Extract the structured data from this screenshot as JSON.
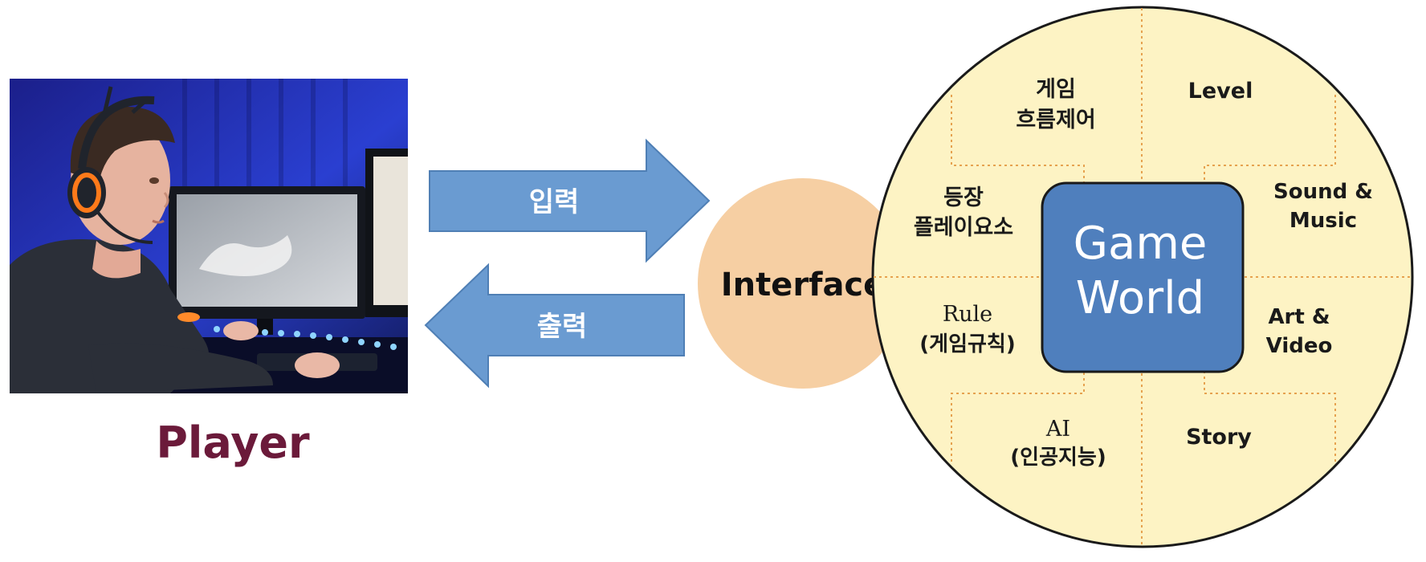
{
  "player": {
    "label": "Player",
    "photo_icon": "gamer-at-computer-photo"
  },
  "arrows": {
    "input_label": "입력",
    "output_label": "출력"
  },
  "interface": {
    "label": "Interface"
  },
  "game_world": {
    "center_label_line1": "Game",
    "center_label_line2": "World",
    "sections": {
      "flow_control": [
        "게임",
        "흐름제어"
      ],
      "level": "Level",
      "elements": [
        "등장",
        "플레이요소"
      ],
      "sound_music": [
        "Sound &",
        "Music"
      ],
      "rule": [
        "Rule",
        "(게임규칙)"
      ],
      "art_video": [
        "Art &",
        "Video"
      ],
      "ai": [
        "AI",
        "(인공지능)"
      ],
      "story": "Story"
    }
  },
  "colors": {
    "arrow_fill": "#6a9bd1",
    "arrow_stroke": "#4f7fb5",
    "interface_fill": "#f6cfa3",
    "world_fill": "#fdf3c4",
    "world_stroke": "#1a1a1a",
    "core_fill": "#4f7fbd",
    "core_stroke": "#1a1a1a",
    "divider": "#e6a24f",
    "player_text": "#6b1a3a"
  }
}
